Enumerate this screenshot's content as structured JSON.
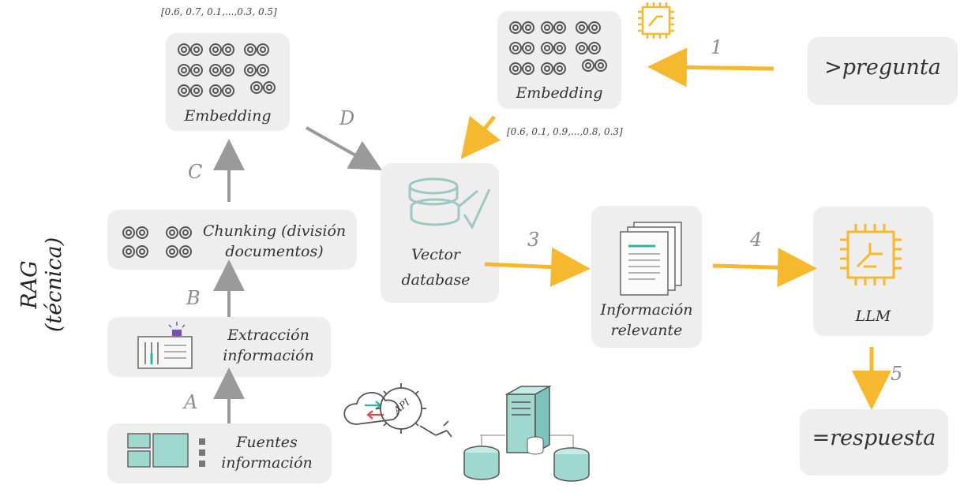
{
  "title": "RAG (técnica)",
  "nodes": {
    "embedding_left": "Embedding",
    "embedding_top": "Embedding",
    "pregunta": ">pregunta",
    "chunking_line1": "Chunking (división",
    "chunking_line2": "documentos)",
    "extraccion_line1": "Extracción",
    "extraccion_line2": "información",
    "fuentes_line1": "Fuentes",
    "fuentes_line2": "información",
    "vector_line1": "Vector",
    "vector_line2": "database",
    "info_line1": "Información",
    "info_line2": "relevante",
    "llm": "LLM",
    "respuesta": "=respuesta"
  },
  "vectors": {
    "left": "[0.6, 0.7, 0.1,...,0.3, 0.5]",
    "top": "[0.6, 0.1, 0.9,...,0.8, 0.3]"
  },
  "steps": {
    "a": "A",
    "b": "B",
    "c": "C",
    "d": "D",
    "s1": "1",
    "s3": "3",
    "s4": "4",
    "s5": "5"
  },
  "api_label": "API",
  "colors": {
    "accent": "#f5b82e",
    "teal": "#9fd8cf",
    "grey_arrow": "#9a9a9a",
    "box": "#eeeeee"
  }
}
